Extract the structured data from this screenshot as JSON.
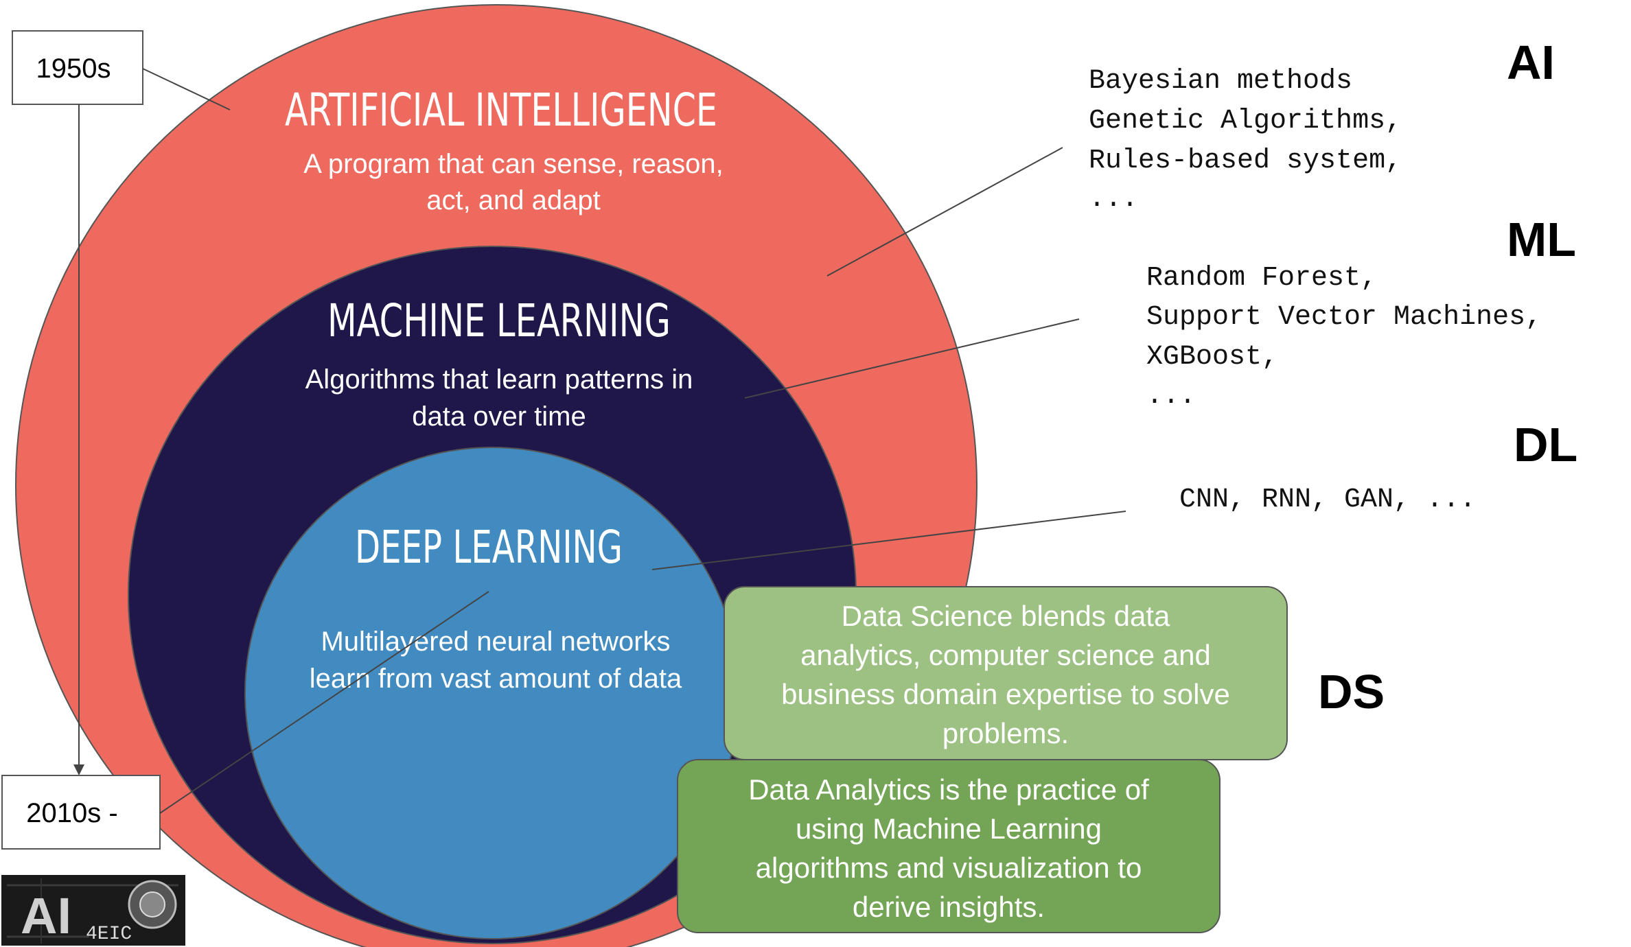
{
  "colors": {
    "ai_circle": "#ee6a5f",
    "ml_circle": "#1f1749",
    "dl_circle": "#428bc0",
    "ds_box": "#9dc183",
    "da_box": "#74a556",
    "outline": "#555555"
  },
  "timeline": {
    "start": "1950s",
    "end": "2010s -"
  },
  "ai": {
    "title": "ARTIFICIAL INTELLIGENCE",
    "desc_line1": "A program that can sense, reason,",
    "desc_line2": "act, and adapt",
    "abbr": "AI",
    "examples": [
      "Bayesian methods",
      "Genetic Algorithms,",
      "Rules-based system,",
      "..."
    ]
  },
  "ml": {
    "title": "MACHINE LEARNING",
    "desc_line1": "Algorithms that learn patterns in",
    "desc_line2": "data over time",
    "abbr": "ML",
    "examples": [
      "Random Forest,",
      "Support Vector Machines,",
      "XGBoost,",
      "..."
    ]
  },
  "dl": {
    "title": "DEEP LEARNING",
    "desc_line1": "Multilayered neural networks",
    "desc_line2": "learn from vast amount of data",
    "abbr": "DL",
    "examples": "CNN, RNN, GAN, ..."
  },
  "ds": {
    "abbr": "DS",
    "lines": [
      "Data Science blends data",
      "analytics, computer science and",
      "business domain expertise to solve",
      "problems."
    ]
  },
  "da": {
    "lines": [
      "Data Analytics is the practice of",
      "using Machine Learning",
      "algorithms and visualization to",
      "derive insights."
    ]
  },
  "logo": {
    "text": "AI",
    "subtext": "4EIC",
    "icon": "logo-image"
  }
}
